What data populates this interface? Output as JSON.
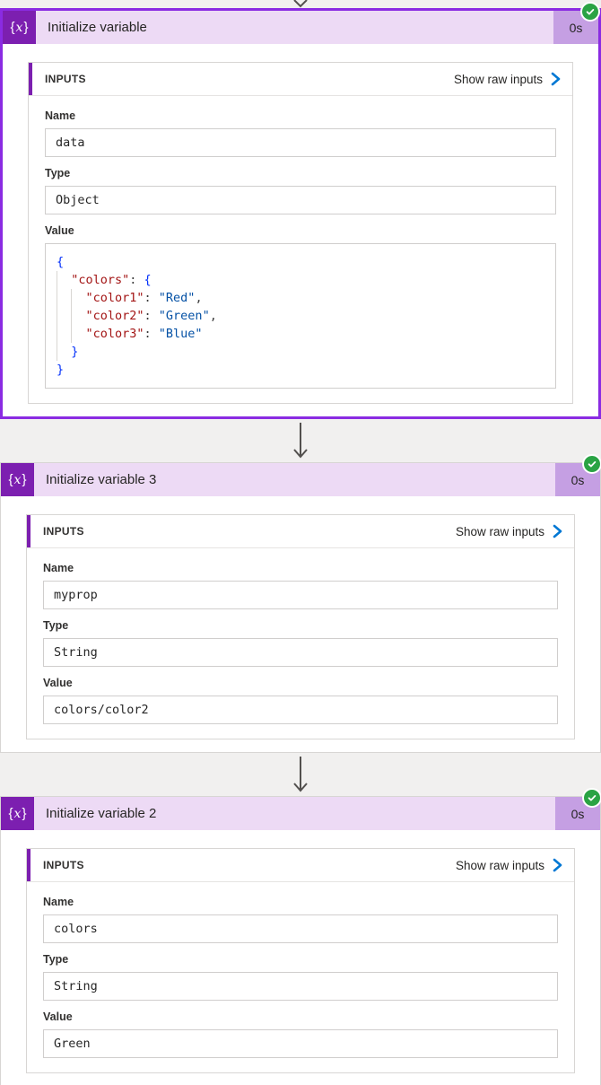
{
  "colors": {
    "accent_purple": "#7c1fb0",
    "selected_border": "#8a2be2",
    "header_lavender": "#eddaf5",
    "duration_lavender": "#c59fe3",
    "link_blue": "#0078d4",
    "success_green": "#2aa344",
    "code_key_red": "#a31515",
    "code_string_blue": "#0451a5",
    "code_brace_blue": "#0431fa"
  },
  "panel": {
    "inputs_title": "INPUTS",
    "raw_link_label": "Show raw inputs"
  },
  "cards": [
    {
      "title": "Initialize variable",
      "duration": "0s",
      "status": "Succeeded",
      "selected": true,
      "icon": {
        "open": "{",
        "x": "x",
        "close": "}"
      },
      "fields": [
        {
          "label": "Name",
          "value": "data"
        },
        {
          "label": "Type",
          "value": "Object"
        },
        {
          "label": "Value",
          "code_lines": [
            {
              "indent": 0,
              "tokens": [
                {
                  "c": "b",
                  "t": "{"
                }
              ]
            },
            {
              "indent": 1,
              "tokens": [
                {
                  "c": "k",
                  "t": "\"colors\""
                },
                {
                  "c": "p",
                  "t": ": "
                },
                {
                  "c": "b",
                  "t": "{"
                }
              ]
            },
            {
              "indent": 2,
              "tokens": [
                {
                  "c": "k",
                  "t": "\"color1\""
                },
                {
                  "c": "p",
                  "t": ": "
                },
                {
                  "c": "s",
                  "t": "\"Red\""
                },
                {
                  "c": "p",
                  "t": ","
                }
              ]
            },
            {
              "indent": 2,
              "tokens": [
                {
                  "c": "k",
                  "t": "\"color2\""
                },
                {
                  "c": "p",
                  "t": ": "
                },
                {
                  "c": "s",
                  "t": "\"Green\""
                },
                {
                  "c": "p",
                  "t": ","
                }
              ]
            },
            {
              "indent": 2,
              "tokens": [
                {
                  "c": "k",
                  "t": "\"color3\""
                },
                {
                  "c": "p",
                  "t": ": "
                },
                {
                  "c": "s",
                  "t": "\"Blue\""
                }
              ]
            },
            {
              "indent": 1,
              "tokens": [
                {
                  "c": "b",
                  "t": "}"
                }
              ]
            },
            {
              "indent": 0,
              "tokens": [
                {
                  "c": "b",
                  "t": "}"
                }
              ]
            }
          ]
        }
      ]
    },
    {
      "title": "Initialize variable 3",
      "duration": "0s",
      "status": "Succeeded",
      "selected": false,
      "icon": {
        "open": "{",
        "x": "x",
        "close": "}"
      },
      "fields": [
        {
          "label": "Name",
          "value": "myprop"
        },
        {
          "label": "Type",
          "value": "String"
        },
        {
          "label": "Value",
          "value": "colors/color2"
        }
      ]
    },
    {
      "title": "Initialize variable 2",
      "duration": "0s",
      "status": "Succeeded",
      "selected": false,
      "icon": {
        "open": "{",
        "x": "x",
        "close": "}"
      },
      "fields": [
        {
          "label": "Name",
          "value": "colors"
        },
        {
          "label": "Type",
          "value": "String"
        },
        {
          "label": "Value",
          "value": "Green"
        }
      ]
    }
  ]
}
